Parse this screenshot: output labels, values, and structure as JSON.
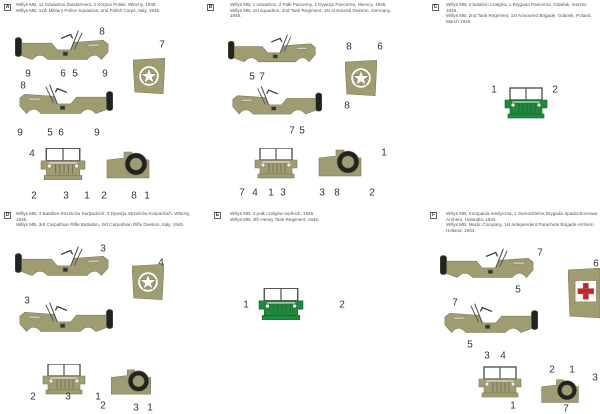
{
  "colors": {
    "olive_drab": "#a09c72",
    "green": "#1f8a3c",
    "red_cross": "#d0202a",
    "star": "#ffffff"
  },
  "panels": [
    {
      "letter": "A",
      "caption_pl": "Willys MB, 11 Szwadron Żandarmerii, 2 Korpus Polski, Włochy, 1945.",
      "caption_en": "Willys MB, 11th Military Police Squadron, 2nd Polish Corps, Italy, 1945.",
      "callouts": [
        "9",
        "6",
        "5",
        "8",
        "9",
        "7",
        "8",
        "9",
        "5",
        "6",
        "9",
        "4",
        "2",
        "3",
        "1",
        "2",
        "8",
        "1"
      ]
    },
    {
      "letter": "B",
      "caption_pl": "Willys MB, 1 szwadron, 2 Pułk Pancerny, 1 Dywizja Pancerna, Niemcy, 1945.",
      "caption_en": "Willys MB, 1st squadron, 2nd Tank Regiment, 1st Armoured Division, Germany, 1945.",
      "callouts": [
        "5",
        "7",
        "8",
        "6",
        "8",
        "7",
        "5",
        "7",
        "4",
        "1",
        "3",
        "1",
        "3",
        "8",
        "2"
      ]
    },
    {
      "letter": "C",
      "caption_pl": "Willys MB, 2 batalion czołgów, 1 Brygada Pancerna, Gdańsk, marzec 1945.",
      "caption_en": "Willys MB, 2nd Tank Regiment, 1st Armoured Brigade, Gdansk, Poland, March 1945.",
      "callouts": [
        "1",
        "2"
      ]
    },
    {
      "letter": "D",
      "caption_pl": "Willys MB, 3 Batalion Strzelców Karpackich, 3 Dywizja Strzelców Karpackich, Włochy, 1945.",
      "caption_en": "Willys MB, 3rd Carpathian Rifle Battalion, 3rd Carpathian Rifle Division, Italy, 1945.",
      "callouts": [
        "3",
        "4",
        "3",
        "2",
        "3",
        "1",
        "2",
        "3",
        "1"
      ]
    },
    {
      "letter": "E",
      "caption_pl": "Willys MB, 4 pułk czołgów ciężkich, 1945.",
      "caption_en": "Willys MB, 4th Heavy Tank Regiment, 1945.",
      "callouts": [
        "1",
        "2"
      ]
    },
    {
      "letter": "F",
      "caption_pl": "Willys MB, Kompania medyczna, 1 Samodzielna Brygada Spadochronowa Arnhem, Holandia, 1944.",
      "caption_en": "Willys MB, Medic Company, 1st Independent Parachute Brigade Arnhem, Holland, 1944.",
      "callouts": [
        "7",
        "5",
        "6",
        "7",
        "5",
        "3",
        "4",
        "1",
        "2",
        "1",
        "3",
        "7"
      ]
    }
  ]
}
